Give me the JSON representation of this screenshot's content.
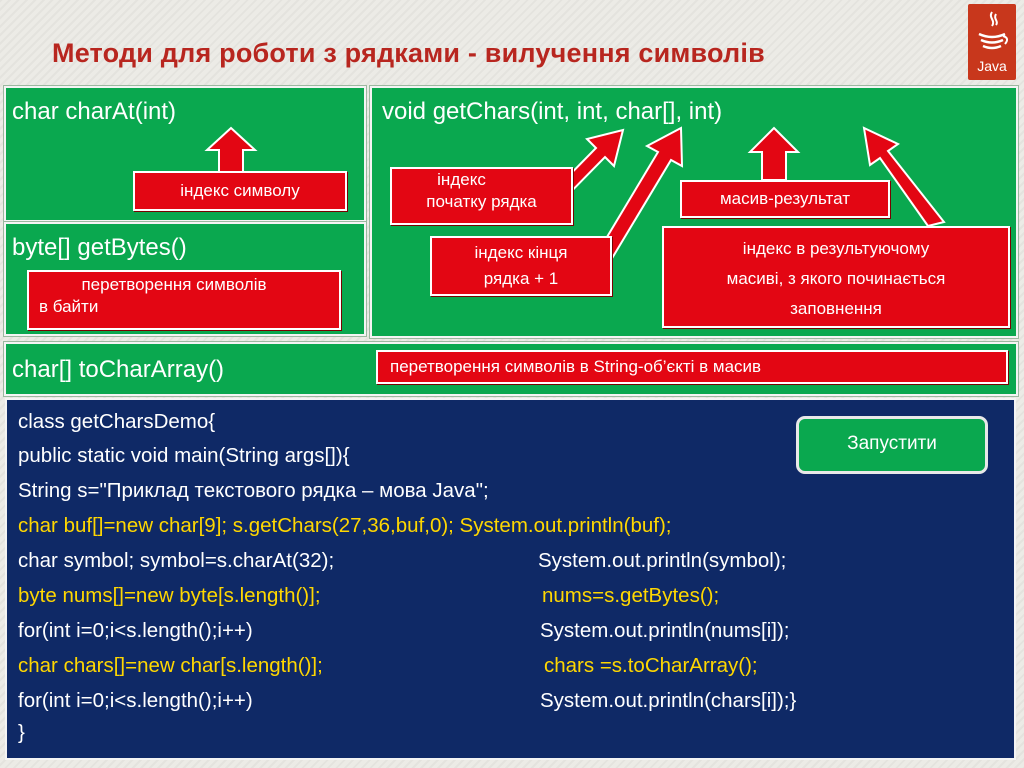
{
  "title": "Методи для роботи з рядками - вилучення символів",
  "logo_text": "Java",
  "charAt": {
    "signature": "char charAt(int)",
    "note": "індекс символу"
  },
  "getBytes": {
    "signature": "byte[] getBytes()",
    "note_line1": "перетворення символів",
    "note_line2": "в байти"
  },
  "getChars": {
    "signature": "void getChars(int, int, char[], int)",
    "start_line1": "індекс",
    "start_line2": "початку рядка",
    "end_line1": "індекс  кінця",
    "end_line2": "рядка + 1",
    "result": "масив-результат",
    "offset_line1": "індекс в результуючому",
    "offset_line2": "масиві, з якого починається",
    "offset_line3": "заповнення"
  },
  "toCharArray": {
    "signature": "char[] toCharArray()",
    "note": "перетворення символів в String-об’єкті в масив"
  },
  "code": {
    "line1": "class getCharsDemo{",
    "line2": "public static void main(String args[]){",
    "line3": "String s=\"Приклад текстового рядка – мова Java\";",
    "line4": "char  buf[]=new char[9]; s.getChars(27,36,buf,0); System.out.println(buf);",
    "line5a": "char symbol; symbol=s.charAt(32);",
    "line5b": "System.out.println(symbol);",
    "line6a": "byte nums[]=new byte[s.length()];",
    "line6b": "nums=s.getBytes();",
    "line7a": "for(int i=0;i<s.length();i++)",
    "line7b": "System.out.println(nums[i]);",
    "line8a": "char chars[]=new char[s.length()];",
    "line8b": "chars =s.toCharArray();",
    "line9a": "for(int i=0;i<s.length();i++)",
    "line9b": "System.out.println(chars[i]);}",
    "line10": "}"
  },
  "run_button": "Запустити",
  "colors": {
    "title": "#b8261f",
    "green_panel": "#0aa84f",
    "red_label": "#e30613",
    "code_bg": "#0f2966",
    "highlight": "#ffd700"
  }
}
